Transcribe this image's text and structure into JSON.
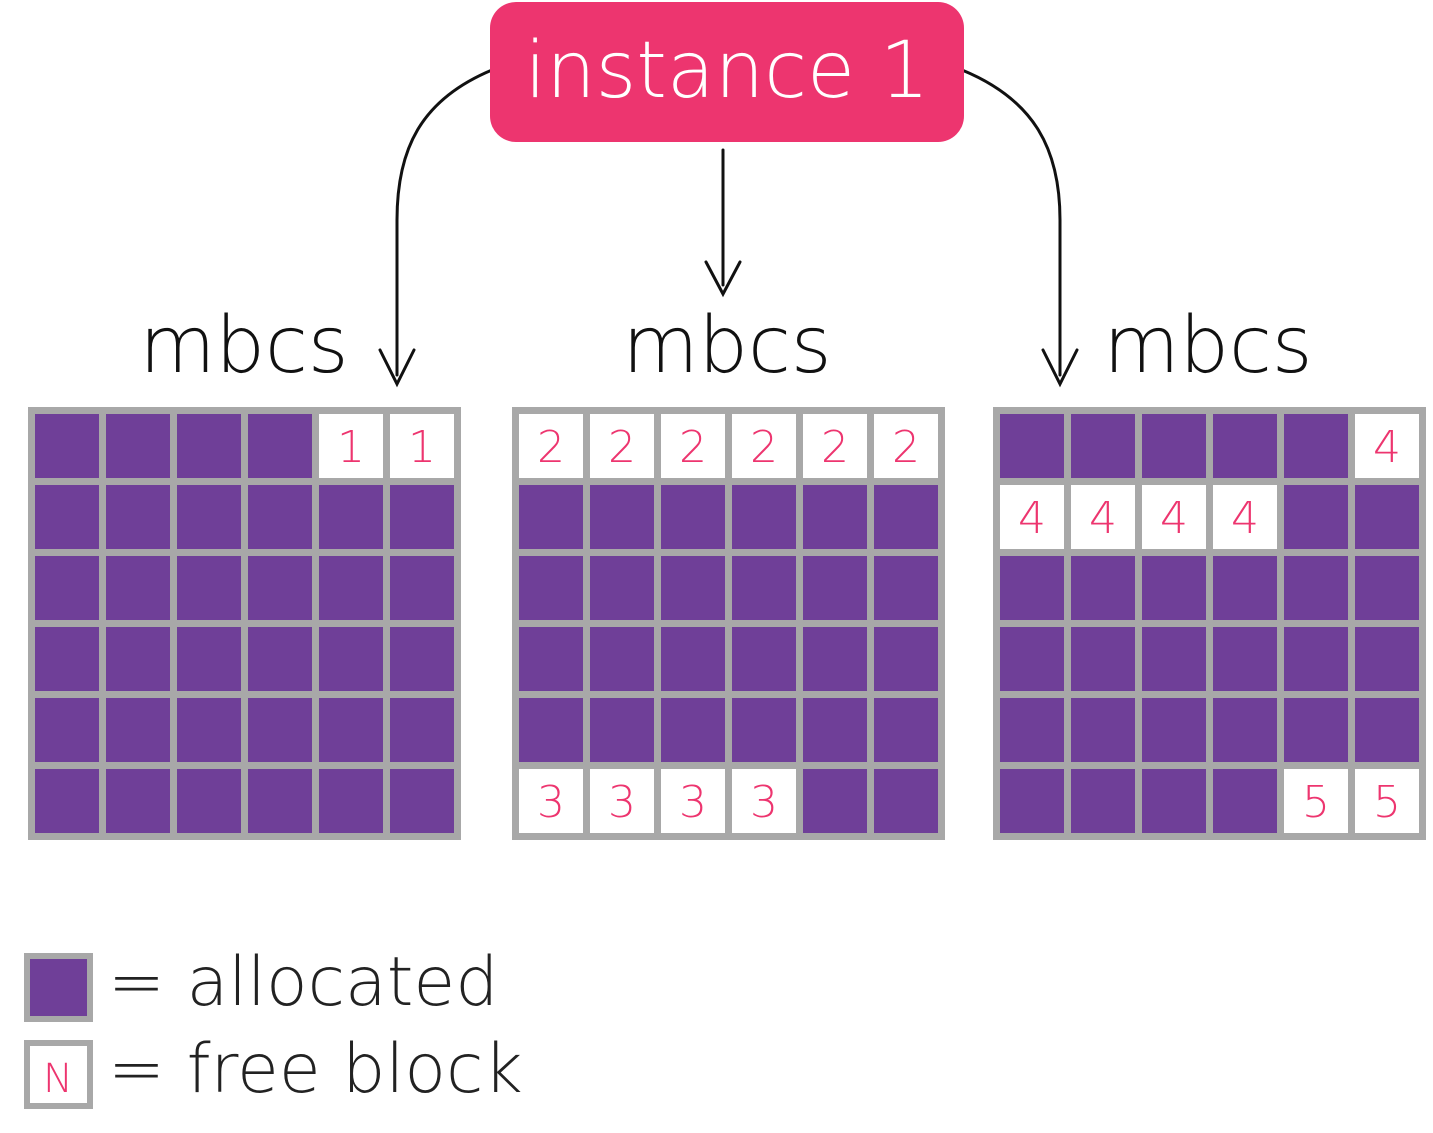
{
  "colors": {
    "allocated": "#6f3f98",
    "free": "#ffffff",
    "grid_line": "#a8a8a8",
    "accent": "#ed356f",
    "arrow": "#111111"
  },
  "instance": {
    "label": "instance 1"
  },
  "grids": [
    {
      "label": "mbcs",
      "cells": [
        [
          "A",
          "A",
          "A",
          "A",
          "1",
          "1"
        ],
        [
          "A",
          "A",
          "A",
          "A",
          "A",
          "A"
        ],
        [
          "A",
          "A",
          "A",
          "A",
          "A",
          "A"
        ],
        [
          "A",
          "A",
          "A",
          "A",
          "A",
          "A"
        ],
        [
          "A",
          "A",
          "A",
          "A",
          "A",
          "A"
        ],
        [
          "A",
          "A",
          "A",
          "A",
          "A",
          "A"
        ]
      ]
    },
    {
      "label": "mbcs",
      "cells": [
        [
          "2",
          "2",
          "2",
          "2",
          "2",
          "2"
        ],
        [
          "A",
          "A",
          "A",
          "A",
          "A",
          "A"
        ],
        [
          "A",
          "A",
          "A",
          "A",
          "A",
          "A"
        ],
        [
          "A",
          "A",
          "A",
          "A",
          "A",
          "A"
        ],
        [
          "A",
          "A",
          "A",
          "A",
          "A",
          "A"
        ],
        [
          "3",
          "3",
          "3",
          "3",
          "A",
          "A"
        ]
      ]
    },
    {
      "label": "mbcs",
      "cells": [
        [
          "A",
          "A",
          "A",
          "A",
          "A",
          "4"
        ],
        [
          "4",
          "4",
          "4",
          "4",
          "A",
          "A"
        ],
        [
          "A",
          "A",
          "A",
          "A",
          "A",
          "A"
        ],
        [
          "A",
          "A",
          "A",
          "A",
          "A",
          "A"
        ],
        [
          "A",
          "A",
          "A",
          "A",
          "A",
          "A"
        ],
        [
          "A",
          "A",
          "A",
          "A",
          "5",
          "5"
        ]
      ]
    }
  ],
  "legend": {
    "allocated_label": "= allocated",
    "free_symbol": "N",
    "free_label": "= free block"
  }
}
